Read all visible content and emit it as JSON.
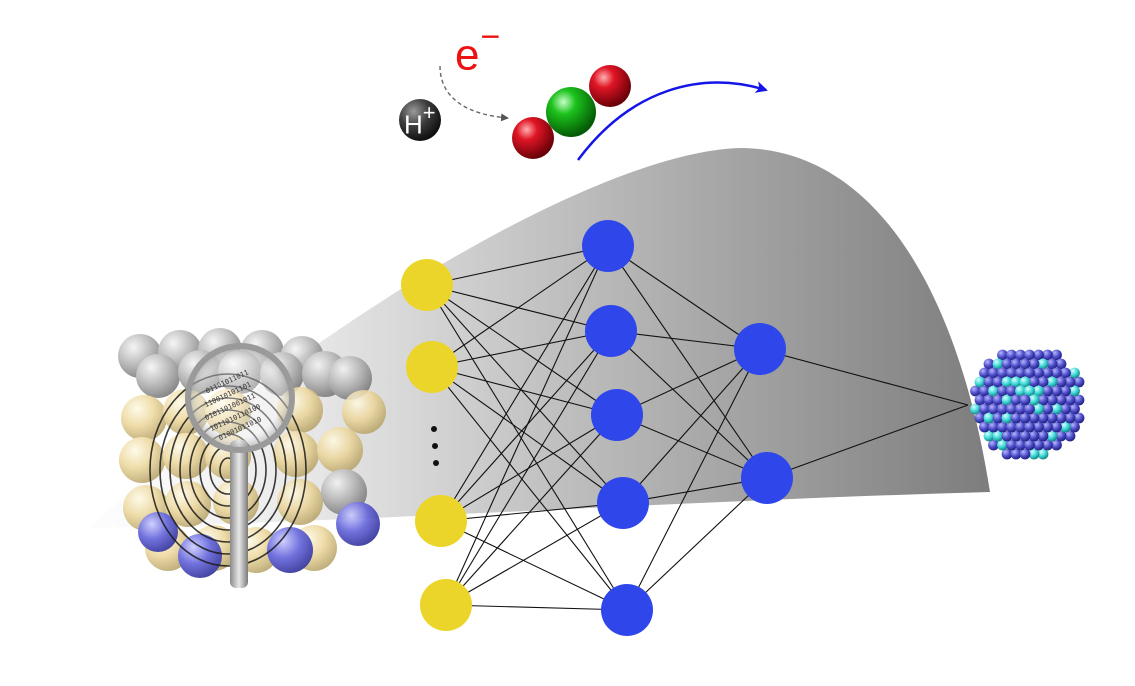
{
  "labels": {
    "electron": "e",
    "electron_charge": "−",
    "proton": "H",
    "proton_charge": "+",
    "ellipsis": "⋮"
  },
  "colors": {
    "input_node": "#ecd52a",
    "hidden_node": "#2f47ea",
    "barrier_dark": "#808080",
    "barrier_light": "#f2f2f2",
    "oxygen": "#d0101f",
    "center_atom": "#18b818",
    "arrow": "#1515e8",
    "electron_label": "#ee1111"
  },
  "network": {
    "input_nodes": 4,
    "hidden_layer_1_nodes": 5,
    "hidden_layer_2_nodes": 2,
    "output_nodes": 1
  },
  "icons": [
    "magnifier-icon",
    "fingerprint-icon",
    "nanoparticle-icon",
    "crystal-lattice-icon"
  ]
}
